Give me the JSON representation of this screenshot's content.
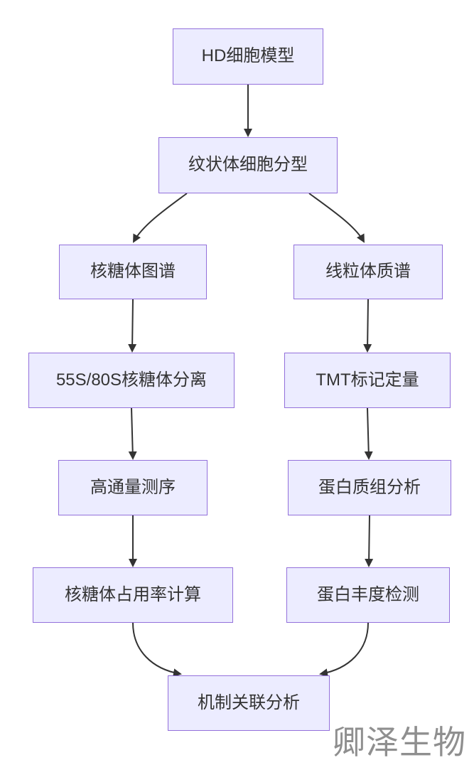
{
  "diagram": {
    "type": "flowchart",
    "direction": "top-down",
    "nodes": [
      {
        "id": "A",
        "label": "HD细胞模型"
      },
      {
        "id": "B",
        "label": "纹状体细胞分型"
      },
      {
        "id": "C",
        "label": "核糖体图谱"
      },
      {
        "id": "D",
        "label": "线粒体质谱"
      },
      {
        "id": "E",
        "label": "55S/80S核糖体分离"
      },
      {
        "id": "F",
        "label": "TMT标记定量"
      },
      {
        "id": "G",
        "label": "高通量测序"
      },
      {
        "id": "H",
        "label": "蛋白质组分析"
      },
      {
        "id": "I",
        "label": "核糖体占用率计算"
      },
      {
        "id": "J",
        "label": "蛋白丰度检测"
      },
      {
        "id": "K",
        "label": "机制关联分析"
      }
    ],
    "edges": [
      {
        "from": "A",
        "to": "B"
      },
      {
        "from": "B",
        "to": "C"
      },
      {
        "from": "B",
        "to": "D"
      },
      {
        "from": "C",
        "to": "E"
      },
      {
        "from": "D",
        "to": "F"
      },
      {
        "from": "E",
        "to": "G"
      },
      {
        "from": "F",
        "to": "H"
      },
      {
        "from": "G",
        "to": "I"
      },
      {
        "from": "H",
        "to": "J"
      },
      {
        "from": "I",
        "to": "K"
      },
      {
        "from": "J",
        "to": "K"
      }
    ],
    "colors": {
      "node_fill": "#ECECFF",
      "node_border": "#9370DB",
      "node_text": "#333333",
      "edge_stroke": "#333333",
      "background": "#ffffff"
    }
  },
  "watermark": {
    "text": "卿泽生物",
    "color": "#8f8f8f"
  }
}
